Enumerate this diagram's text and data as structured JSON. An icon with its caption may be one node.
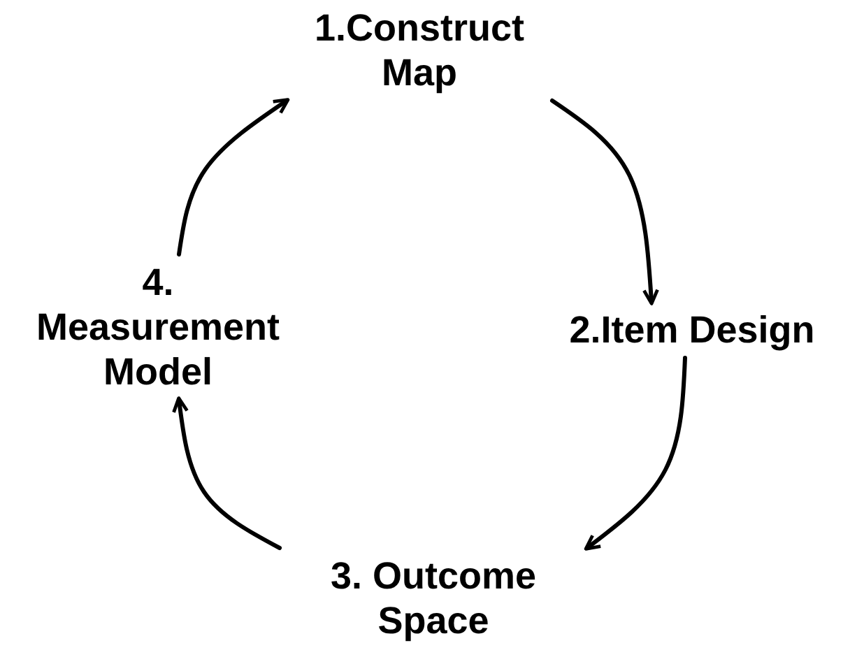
{
  "diagram": {
    "nodes": [
      {
        "text": [
          "1.Construct Map"
        ]
      },
      {
        "text": [
          "2.Item Design"
        ]
      },
      {
        "text": [
          "3. Outcome Space"
        ]
      },
      {
        "text": [
          "4. Measurement Model"
        ]
      }
    ],
    "edges": [
      {
        "from": 0,
        "to": 1,
        "arrow": "to"
      },
      {
        "from": 1,
        "to": 2,
        "arrow": "to"
      },
      {
        "from": 2,
        "to": 3,
        "arrow": "to"
      },
      {
        "from": 3,
        "to": 0,
        "arrow": "to"
      }
    ]
  }
}
